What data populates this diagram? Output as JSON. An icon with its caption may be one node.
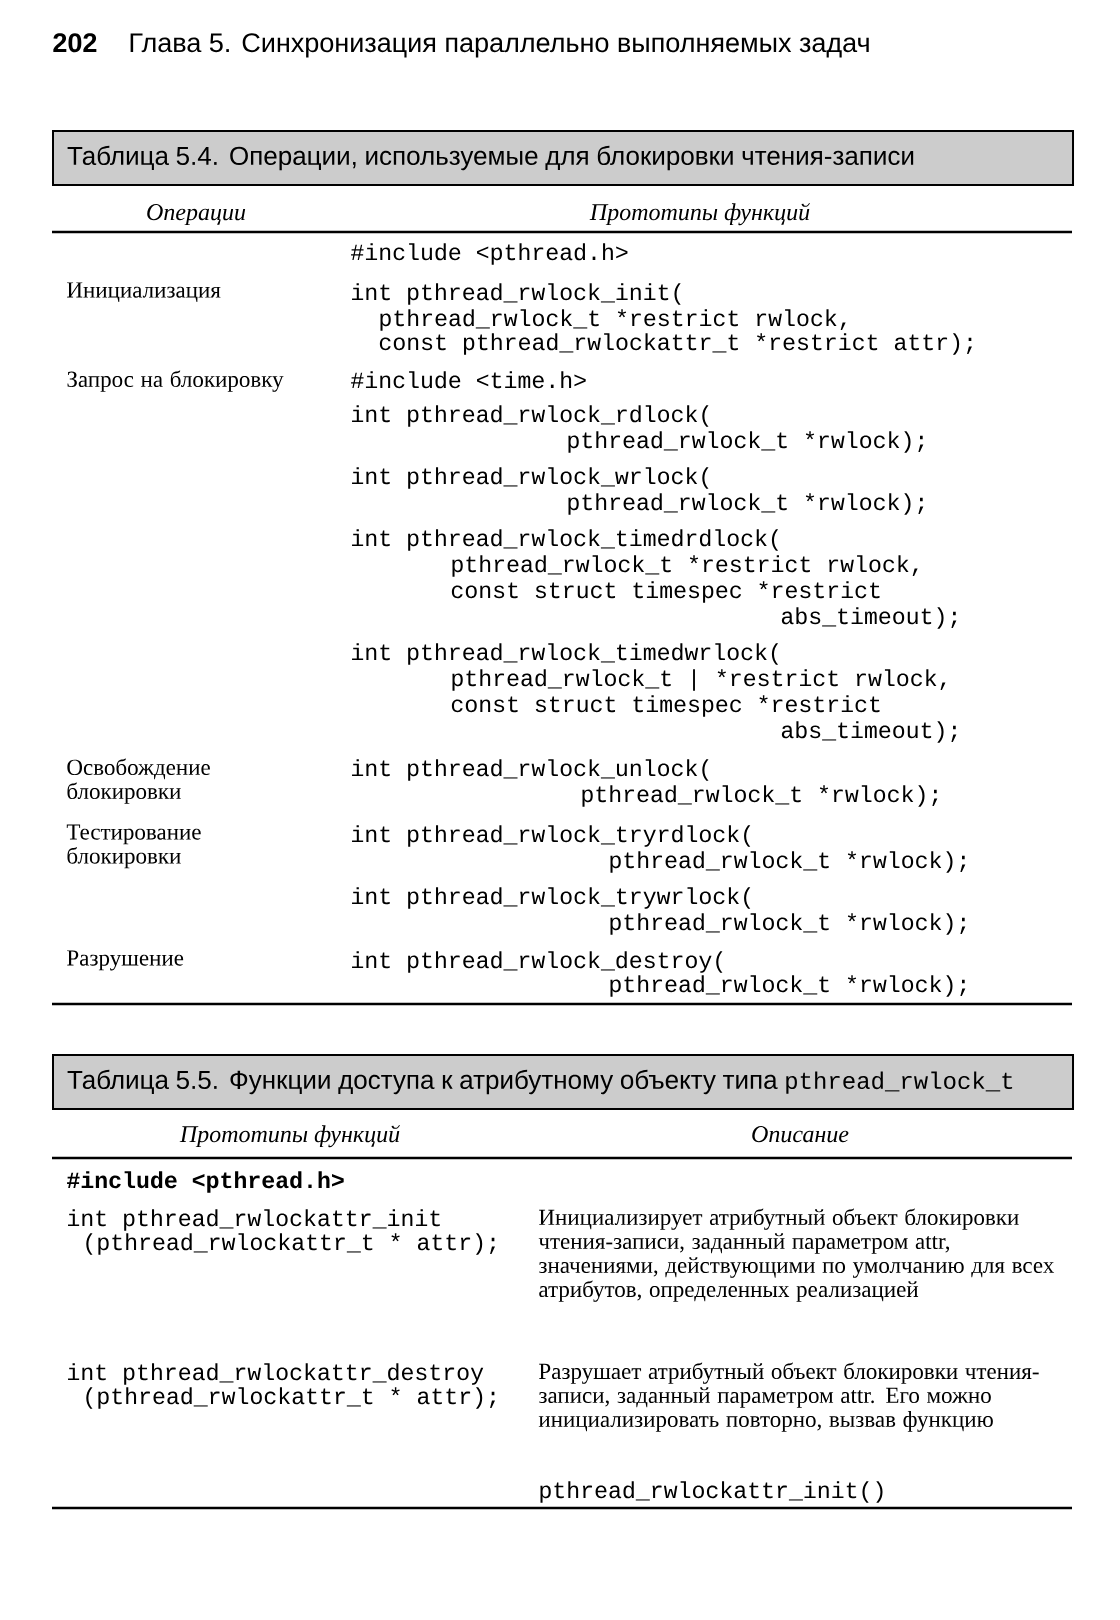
{
  "diagram": {
    "nodes": [
      {
        "text": [
          "Таблица 5.4. Операции, используемые для блокировки чтения-записи"
        ]
      },
      {
        "text": [
          "Таблица 5.5. Функции доступа к атрибутному объекту типа",
          "pthread_rwlock_t"
        ]
      }
    ],
    "labels": [
      "202",
      "Глава 5. Синхронизация параллельно выполняемых задач",
      "Операции",
      "Прототипы функций",
      "#include <pthread.h>",
      "Инициализация",
      "int pthread_rwlock_init(",
      "pthread_rwlock_t *restrict rwlock,",
      "const pthread_rwlockattr_t *restrict attr);",
      "Запрос на блокировку",
      "#include <time.h>",
      "int pthread_rwlock_rdlock(",
      "pthread_rwlock_t *rwlock);",
      "int pthread_rwlock_wrlock(",
      "pthread_rwlock_t *rwlock);",
      "int pthread_rwlock_timedrdlock(",
      "pthread_rwlock_t *restrict rwlock,",
      "const struct timespec *restrict",
      "abs_timeout);",
      "int pthread_rwlock_timedwrlock(",
      "pthread_rwlock_t | *restrict rwlock,",
      "const struct timespec *restrict",
      "abs_timeout);",
      "Освобождение блокировки",
      "int pthread_rwlock_unlock(",
      "pthread_rwlock_t *rwlock);",
      "Тестирование блокировки",
      "int pthread_rwlock_tryrdlock(",
      "pthread_rwlock_t *rwlock);",
      "int pthread_rwlock_trywrlock(",
      "pthread_rwlock_t *rwlock);",
      "Разрушение",
      "int pthread_rwlock_destroy(",
      "pthread_rwlock_t *rwlock);",
      "Прототипы функций",
      "Описание",
      "#include <pthread.h>",
      "int pthread_rwlockattr_init",
      "(pthread_rwlockattr_t * attr);",
      "Инициализирует атрибутный объект блокировки чтения-записи, заданный параметром attr, значениями, действующими по умолчанию для всех атрибутов, определенных реализацией",
      "int pthread_rwlockattr_destroy",
      "(pthread_rwlockattr_t * attr);",
      "Разрушает атрибутный объект блокировки чтения-записи, заданный параметром attr. Его можно инициализировать повторно, вызвав функцию",
      "pthread_rwlockattr_init()"
    ]
  }
}
